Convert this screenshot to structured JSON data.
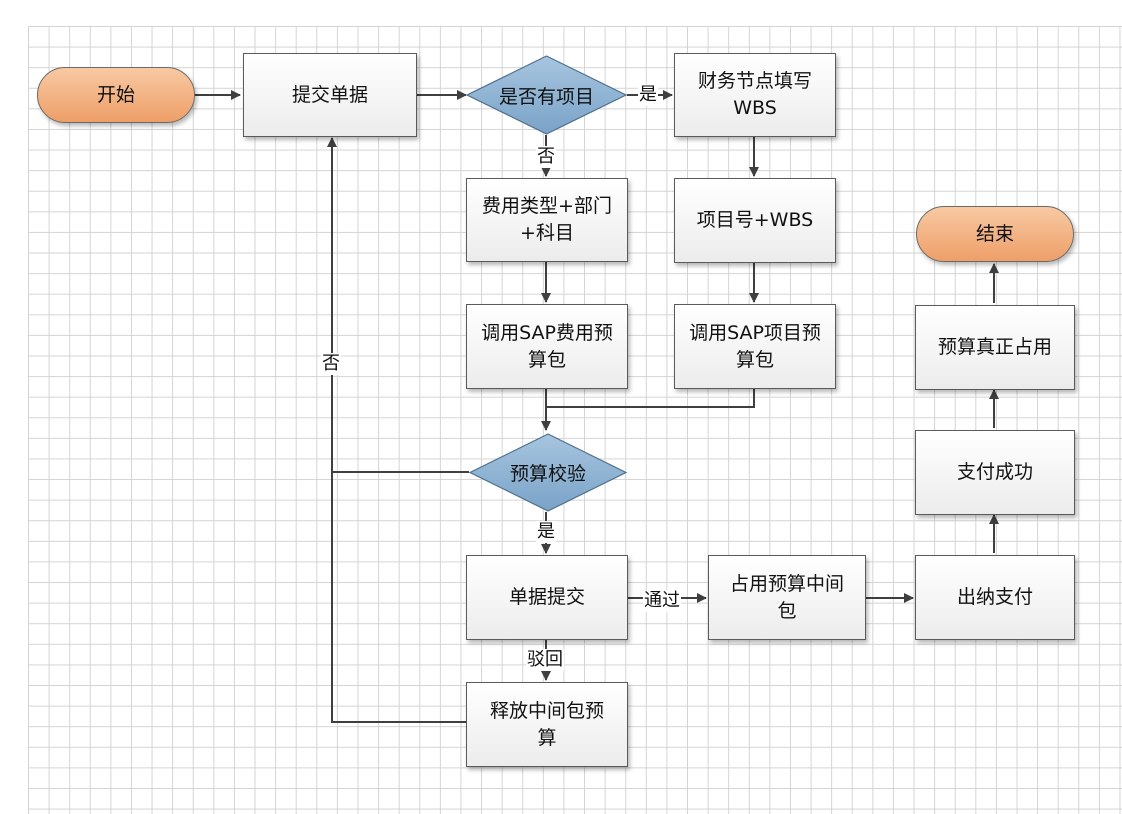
{
  "colors": {
    "terminal_fill": "#f4b183",
    "decision_fill": "#8eb4d4",
    "process_fill": "#f2f2f2",
    "line": "#3f3f3f",
    "grid": "#d4d4d4"
  },
  "nodes": {
    "start": "开始",
    "submit_doc": "提交单据",
    "has_project": "是否有项目",
    "finance_wbs": "财务节点填写\nWBS",
    "cost_type": "费用类型+部门\n+科目",
    "project_wbs": "项目号+WBS",
    "sap_cost": "调用SAP费用预\n算包",
    "sap_project": "调用SAP项目预\n算包",
    "budget_check": "预算校验",
    "doc_submit": "单据提交",
    "release_budget": "释放中间包预\n算",
    "occupy_budget": "占用预算中间\n包",
    "cashier_pay": "出纳支付",
    "pay_success": "支付成功",
    "budget_occupy": "预算真正占用",
    "end": "结束"
  },
  "edge_labels": {
    "yes_right": "是",
    "no_down": "否",
    "no_back": "否",
    "yes_down": "是",
    "pass": "通过",
    "reject": "驳回"
  }
}
